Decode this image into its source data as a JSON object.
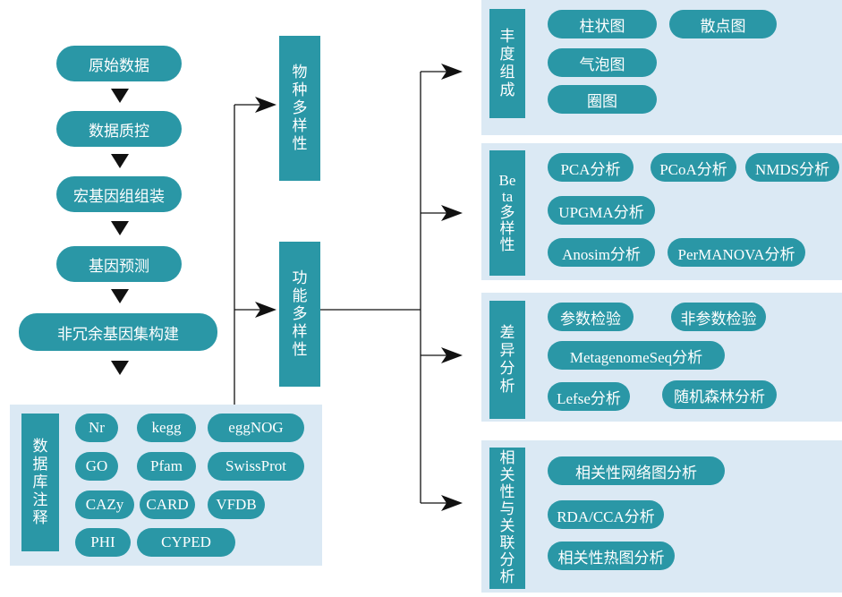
{
  "pipeline": {
    "steps": [
      "原始数据",
      "数据质控",
      "宏基因组组装",
      "基因预测",
      "非冗余基因集构建"
    ]
  },
  "database_annotation": {
    "title": "数据库注释",
    "items": [
      "Nr",
      "kegg",
      "eggNOG",
      "GO",
      "Pfam",
      "SwissProt",
      "CAZy",
      "CARD",
      "VFDB",
      "PHI",
      "CYPED"
    ]
  },
  "diversity": {
    "species": "物种多样性",
    "function": "功能多样性"
  },
  "analysis_panels": [
    {
      "title": "丰度组成",
      "items": [
        "柱状图",
        "散点图",
        "气泡图",
        "圈图"
      ]
    },
    {
      "title": "Beta多样性",
      "items": [
        "PCA分析",
        "PCoA分析",
        "NMDS分析",
        "UPGMA分析",
        "Anosim分析",
        "PerMANOVA分析"
      ]
    },
    {
      "title": "差异分析",
      "items": [
        "参数检验",
        "非参数检验",
        "MetagenomeSeq分析",
        "Lefse分析",
        "随机森林分析"
      ]
    },
    {
      "title": "相关性与关联分析",
      "items": [
        "相关性网络图分析",
        "RDA/CCA分析",
        "相关性热图分析"
      ]
    }
  ]
}
